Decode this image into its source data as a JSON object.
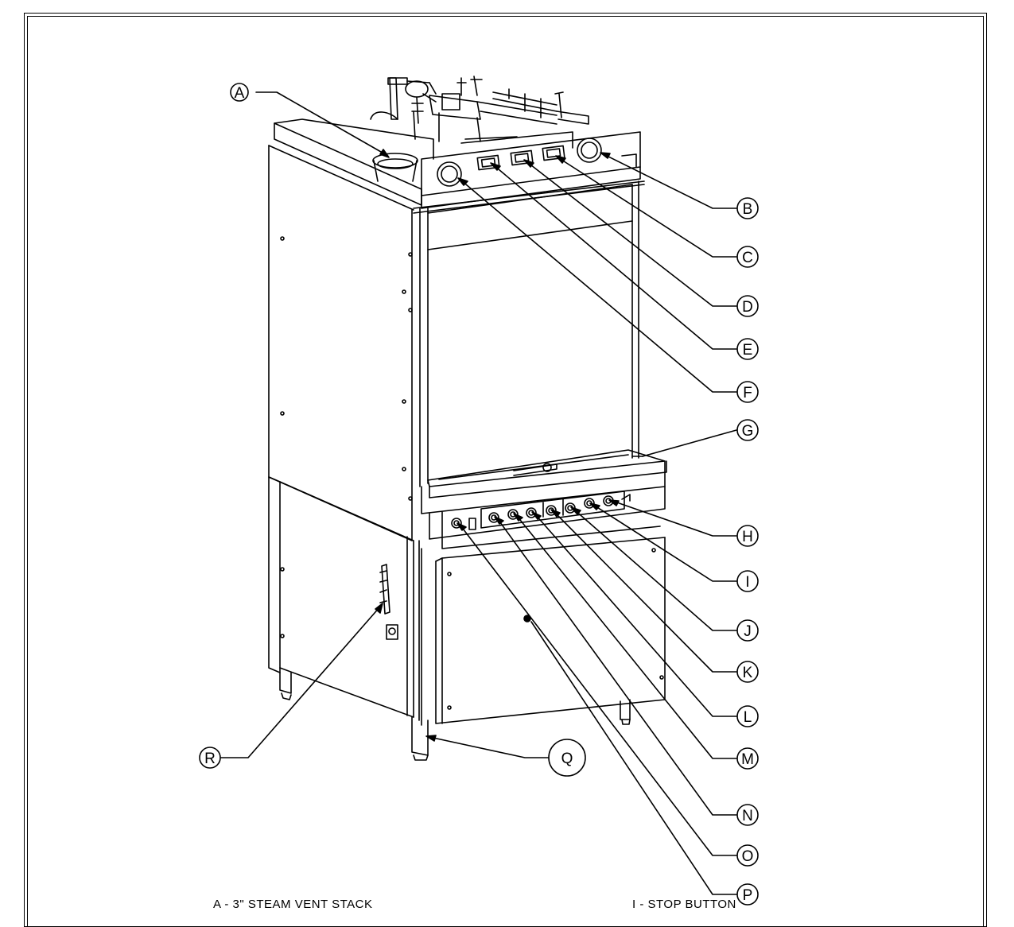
{
  "callouts": [
    "A",
    "B",
    "C",
    "D",
    "E",
    "F",
    "G",
    "H",
    "I",
    "J",
    "K",
    "L",
    "M",
    "N",
    "O",
    "P",
    "Q",
    "R"
  ],
  "legend": [
    {
      "letter": "A",
      "text": "3\" STEAM VENT STACK"
    },
    {
      "letter": "I",
      "text": "STOP BUTTON"
    }
  ],
  "colors": {
    "line": "#000000",
    "background": "#ffffff"
  }
}
